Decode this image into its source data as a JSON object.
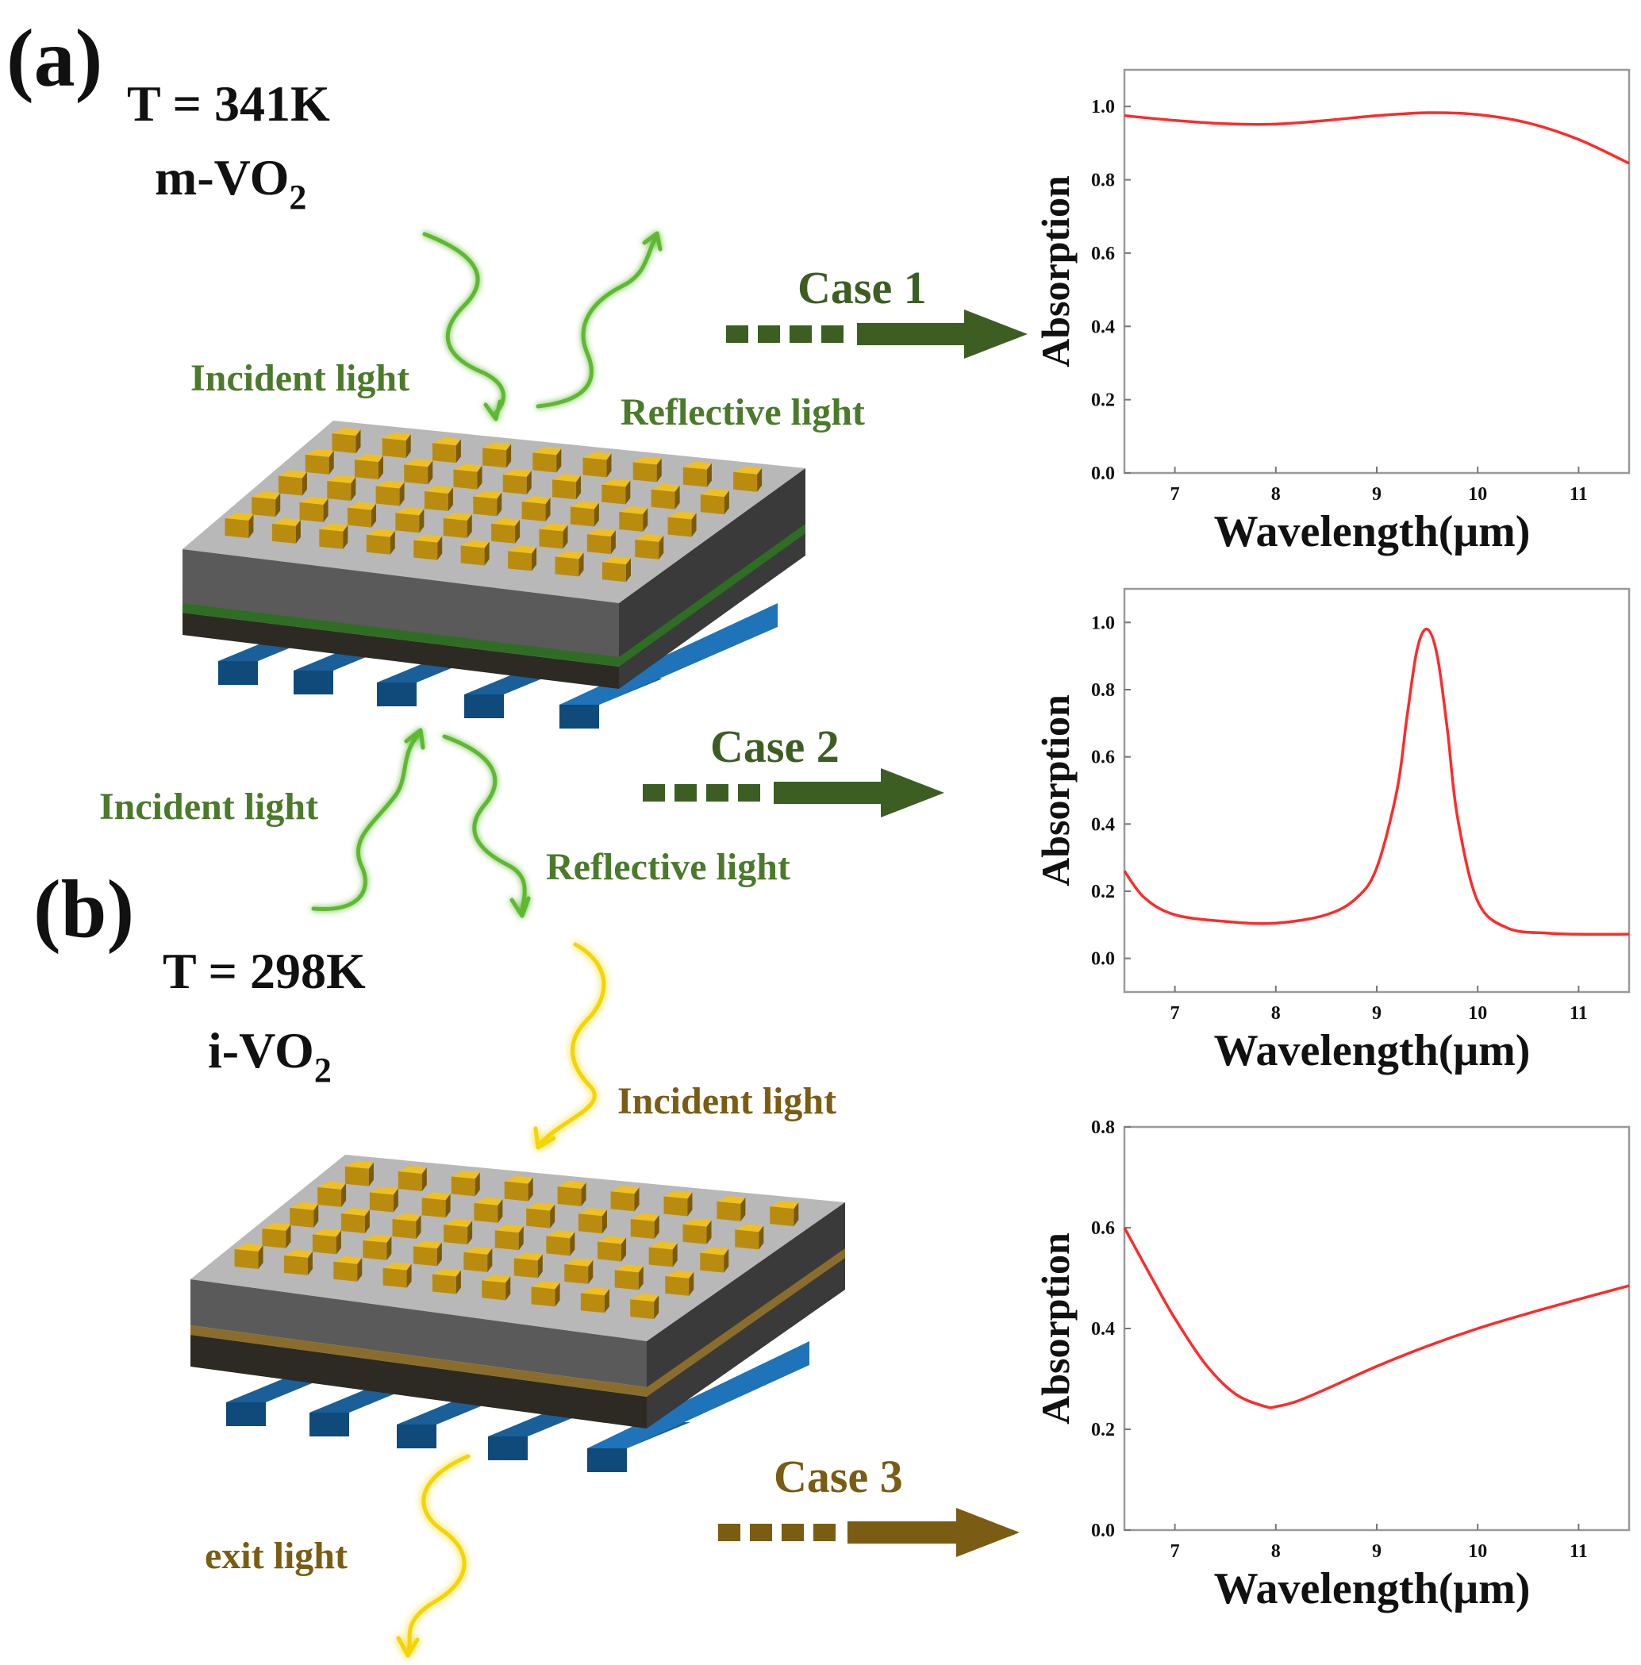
{
  "panels": {
    "a": {
      "label": "(a)",
      "temperature": "T = 341K",
      "phase_main": "m-VO",
      "phase_sub": "2",
      "incident": "Incident light",
      "reflective": "Reflective light",
      "case": "Case 1"
    },
    "b": {
      "label": "(b)",
      "temperature": "T = 298K",
      "phase_main": "i-VO",
      "phase_sub": "2",
      "incident_bottom": "Incident light",
      "reflective_bottom": "Reflective light",
      "case2": "Case 2",
      "incident_top": "Incident light",
      "exit": "exit light",
      "case3": "Case 3"
    }
  },
  "colors": {
    "green_text": "#4a7a2a",
    "green_arrow": "#3d5e22",
    "gold_text": "#7a5c12",
    "gold_arrow": "#7a5c12",
    "curve": "#ff2a2a"
  },
  "chart_data": [
    {
      "type": "line",
      "xlabel": "Wavelength(μm)",
      "ylabel": "Absorption",
      "xlim": [
        6.5,
        11.5
      ],
      "ylim": [
        0.0,
        1.1
      ],
      "xticks": [
        7,
        8,
        9,
        10,
        11
      ],
      "yticks": [
        0.0,
        0.2,
        0.4,
        0.6,
        0.8,
        1.0
      ],
      "x": [
        6.5,
        7.0,
        7.5,
        8.0,
        8.5,
        9.0,
        9.5,
        10.0,
        10.5,
        11.0,
        11.5
      ],
      "series": [
        {
          "values": [
            0.975,
            0.962,
            0.953,
            0.952,
            0.962,
            0.975,
            0.983,
            0.978,
            0.955,
            0.91,
            0.845
          ]
        }
      ]
    },
    {
      "type": "line",
      "xlabel": "Wavelength(μm)",
      "ylabel": "Absorption",
      "xlim": [
        6.5,
        11.5
      ],
      "ylim": [
        -0.1,
        1.1
      ],
      "xticks": [
        7,
        8,
        9,
        10,
        11
      ],
      "yticks": [
        0.0,
        0.2,
        0.4,
        0.6,
        0.8,
        1.0
      ],
      "x": [
        6.5,
        6.7,
        7.0,
        7.5,
        8.0,
        8.5,
        8.8,
        9.0,
        9.2,
        9.3,
        9.4,
        9.5,
        9.6,
        9.7,
        9.8,
        10.0,
        10.3,
        10.7,
        11.0,
        11.5
      ],
      "series": [
        {
          "values": [
            0.26,
            0.18,
            0.13,
            0.11,
            0.105,
            0.13,
            0.18,
            0.27,
            0.5,
            0.72,
            0.92,
            0.98,
            0.9,
            0.68,
            0.42,
            0.17,
            0.09,
            0.075,
            0.072,
            0.072
          ]
        }
      ]
    },
    {
      "type": "line",
      "xlabel": "Wavelength(μm)",
      "ylabel": "Absorption",
      "xlim": [
        6.5,
        11.5
      ],
      "ylim": [
        0.0,
        0.8
      ],
      "xticks": [
        7,
        8,
        9,
        10,
        11
      ],
      "yticks": [
        0.0,
        0.2,
        0.4,
        0.6,
        0.8
      ],
      "x": [
        6.5,
        6.8,
        7.0,
        7.3,
        7.6,
        7.9,
        8.0,
        8.2,
        8.5,
        9.0,
        9.5,
        10.0,
        10.5,
        11.0,
        11.5
      ],
      "series": [
        {
          "values": [
            0.6,
            0.49,
            0.42,
            0.33,
            0.27,
            0.245,
            0.245,
            0.255,
            0.28,
            0.325,
            0.365,
            0.4,
            0.43,
            0.458,
            0.485
          ]
        }
      ]
    }
  ]
}
